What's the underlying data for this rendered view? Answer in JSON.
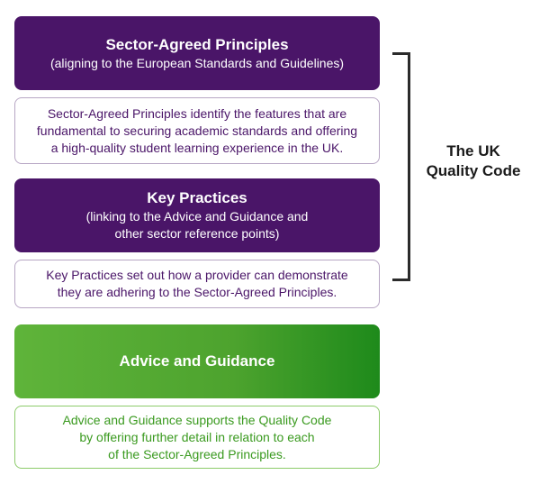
{
  "sections": [
    {
      "title": "Sector-Agreed Principles",
      "subtitle": "(aligning to the European Standards and Guidelines)",
      "description": "Sector-Agreed Principles identify the features that are\nfundamental to securing academic standards and offering\na high-quality student learning experience in the UK."
    },
    {
      "title": "Key Practices",
      "subtitle": "(linking to the Advice and Guidance and\nother sector reference points)",
      "description": "Key Practices set out how a provider can demonstrate\nthey are adhering to the Sector-Agreed Principles."
    },
    {
      "title": "Advice and Guidance",
      "description": "Advice and Guidance supports the Quality Code\nby offering further detail in relation to each\nof the Sector-Agreed Principles."
    }
  ],
  "bracket_label": "The UK\nQuality Code",
  "colors": {
    "purple": "#4a1568",
    "green": "#4da32e",
    "dark_green": "#1e8a1b"
  }
}
